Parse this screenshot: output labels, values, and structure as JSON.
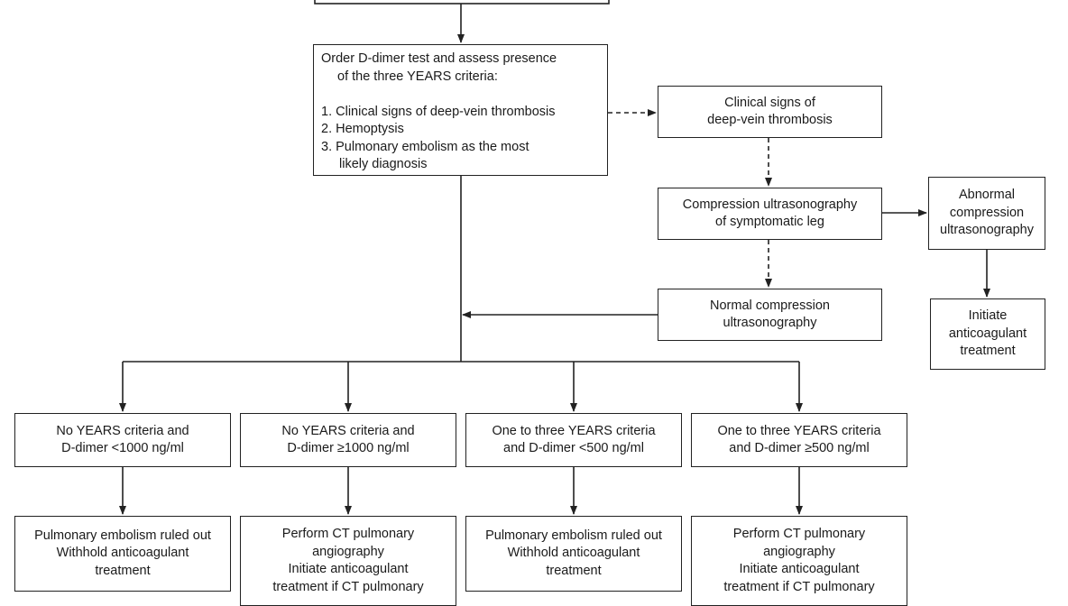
{
  "order_box": {
    "line1": "Order D-dimer test and assess presence",
    "line2": "of the three YEARS criteria:",
    "criteria": [
      "1. Clinical signs of deep-vein thrombosis",
      "2. Hemoptysis",
      "3. Pulmonary embolism as the most"
    ],
    "criteria3_cont": "likely diagnosis"
  },
  "dvt_signs_box": [
    "Clinical signs of",
    "deep-vein thrombosis"
  ],
  "cus_box": [
    "Compression ultrasonography",
    "of symptomatic leg"
  ],
  "abnormal_cus_box": [
    "Abnormal",
    "compression",
    "ultrasonography"
  ],
  "initiate_box": [
    "Initiate",
    "anticoagulant",
    "treatment"
  ],
  "normal_cus_box": [
    "Normal compression",
    "ultrasonography"
  ],
  "branches": [
    {
      "criteria": [
        "No YEARS criteria and",
        "D-dimer <1000 ng/ml"
      ],
      "outcome": [
        "Pulmonary embolism ruled out",
        "Withhold anticoagulant",
        "treatment"
      ]
    },
    {
      "criteria": [
        "No YEARS criteria and",
        "D-dimer ≥1000 ng/ml"
      ],
      "outcome": [
        "Perform CT pulmonary",
        "angiography",
        "Initiate anticoagulant",
        "treatment if CT pulmonary"
      ]
    },
    {
      "criteria": [
        "One to three YEARS criteria",
        "and D-dimer <500 ng/ml"
      ],
      "outcome": [
        "Pulmonary embolism ruled out",
        "Withhold anticoagulant",
        "treatment"
      ]
    },
    {
      "criteria": [
        "One to three YEARS criteria",
        "and D-dimer ≥500 ng/ml"
      ],
      "outcome": [
        "Perform CT pulmonary",
        "angiography",
        "Initiate anticoagulant",
        "treatment if CT pulmonary"
      ]
    }
  ]
}
